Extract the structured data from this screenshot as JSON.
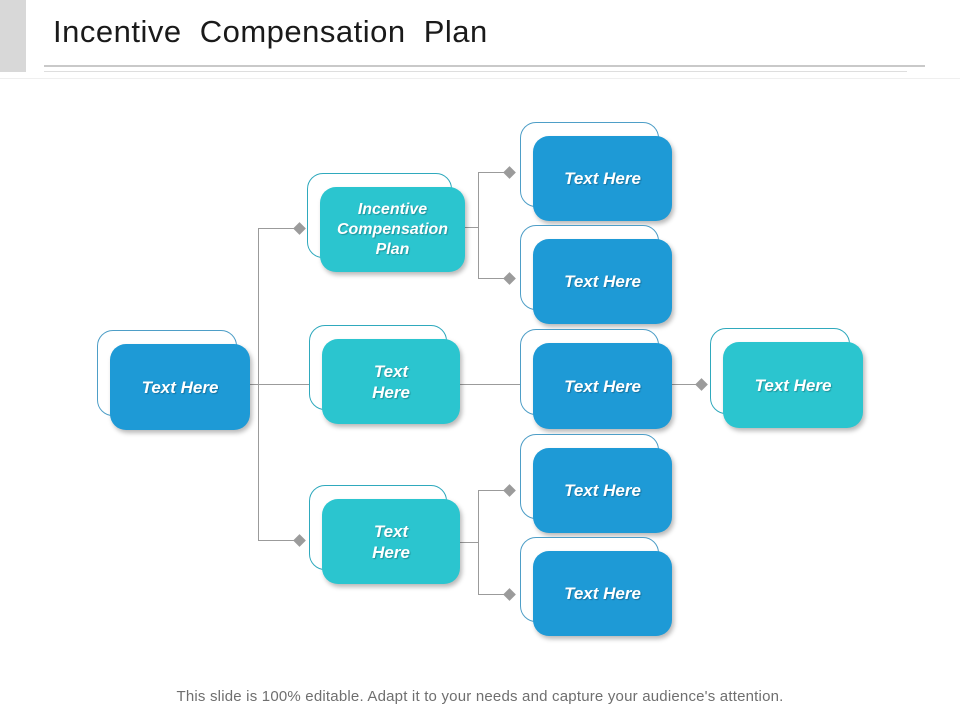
{
  "slide": {
    "title": "Incentive Compensation Plan",
    "footer": "This slide is 100% editable. Adapt it to your needs and capture your audience's attention."
  },
  "colors": {
    "box_blue": "#1E9AD6",
    "box_teal": "#2BC5CF",
    "connector_gray": "#9B9B9B"
  },
  "diagram": {
    "root": "Text Here",
    "top_branch": "Incentive Compensation Plan",
    "mid_branch": "Text Here",
    "bottom_branch": "Text Here",
    "top_child_1": "Text Here",
    "top_child_2": "Text Here",
    "mid_child": "Text Here",
    "right_leaf": "Text Here",
    "bottom_child_1": "Text Here",
    "bottom_child_2": "Text Here"
  }
}
